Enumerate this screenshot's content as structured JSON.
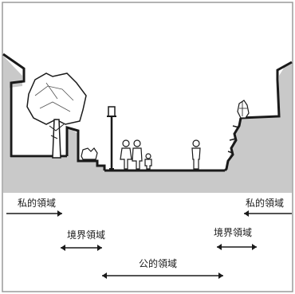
{
  "labels": {
    "private_left": "私的領域",
    "private_right": "私的領域",
    "boundary_left": "境界領域",
    "boundary_right": "境界領域",
    "public": "公的領域"
  },
  "colors": {
    "frame": "#9a9a9a",
    "ground_fill": "#c9c9c9",
    "ink": "#1a1a1a",
    "paper": "#ffffff"
  },
  "icons": [
    "tree-icon",
    "shrub-icon",
    "street-lamp-icon",
    "person-icon"
  ]
}
